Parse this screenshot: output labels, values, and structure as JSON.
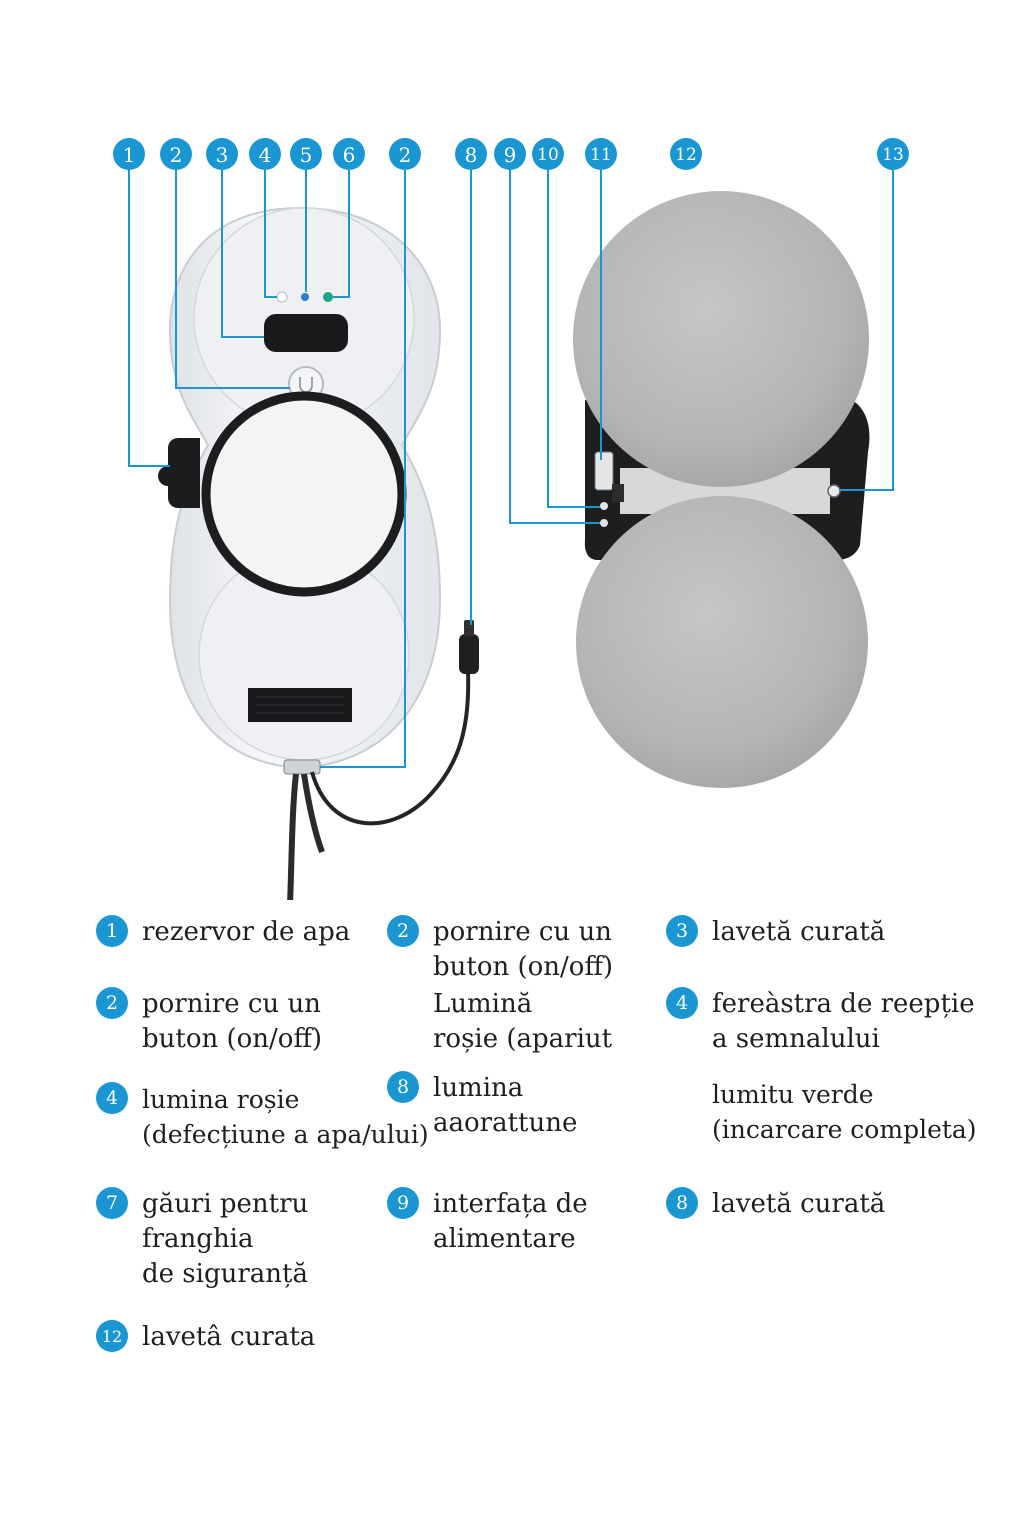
{
  "colors": {
    "accent": "#1a96d2",
    "text": "#1f1f1f",
    "pad": "#b9bbbc",
    "body": "#eceef1",
    "dark": "#1e2022"
  },
  "callouts": [
    "1",
    "2",
    "3",
    "4",
    "5",
    "6",
    "2",
    "8",
    "9",
    "10",
    "11",
    "12",
    "13"
  ],
  "legend": [
    {
      "num": "1",
      "text": "rezervor de apa"
    },
    {
      "num": "2",
      "text": "pornire cu un\nbuton (on/off)"
    },
    {
      "num": "3",
      "text": "lavetă curată"
    },
    {
      "num": "2",
      "text": "pornire cu un\nbuton (on/off)"
    },
    {
      "num": "",
      "text": "Lumină\nroșie (apariut"
    },
    {
      "num": "4",
      "text": "fereàstra de reepție\na semnalului"
    },
    {
      "num": "4",
      "text": "lumina roșie\n(defecțiune a apa/ului)"
    },
    {
      "num": "8",
      "text": "lumina\naaorattune"
    },
    {
      "num": "",
      "text": "lumitu verde\n(incarcare completa)"
    },
    {
      "num": "7",
      "text": "găuri pentru\nfranghia\nde siguranță"
    },
    {
      "num": "9",
      "text": "interfața de\nalimentare"
    },
    {
      "num": "8",
      "text": "lavetă curată"
    },
    {
      "num": "12",
      "text": "lavetâ curata"
    }
  ]
}
